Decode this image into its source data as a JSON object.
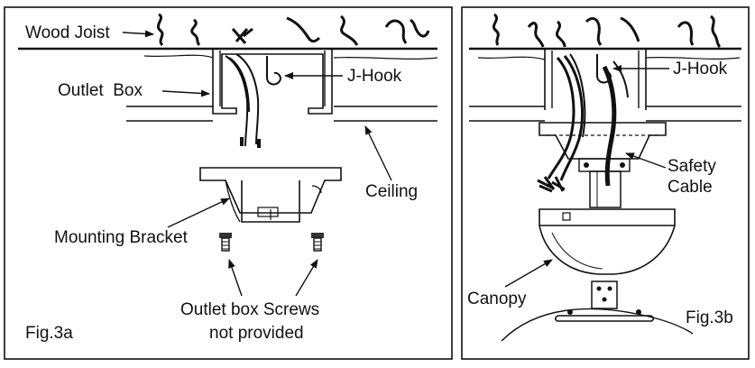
{
  "fig_a": {
    "label_wood_joist": "Wood Joist",
    "label_outlet_box": "Outlet  Box",
    "label_j_hook": "J-Hook",
    "label_ceiling": "Ceiling",
    "label_mounting_bracket": "Mounting Bracket",
    "label_screws_line1": "Outlet box Screws",
    "label_screws_line2": "not provided",
    "caption": "Fig.3a"
  },
  "fig_b": {
    "label_j_hook": "J-Hook",
    "label_safety_cable_line1": "Safety",
    "label_safety_cable_line2": "Cable",
    "label_canopy": "Canopy",
    "caption": "Fig.3b"
  }
}
